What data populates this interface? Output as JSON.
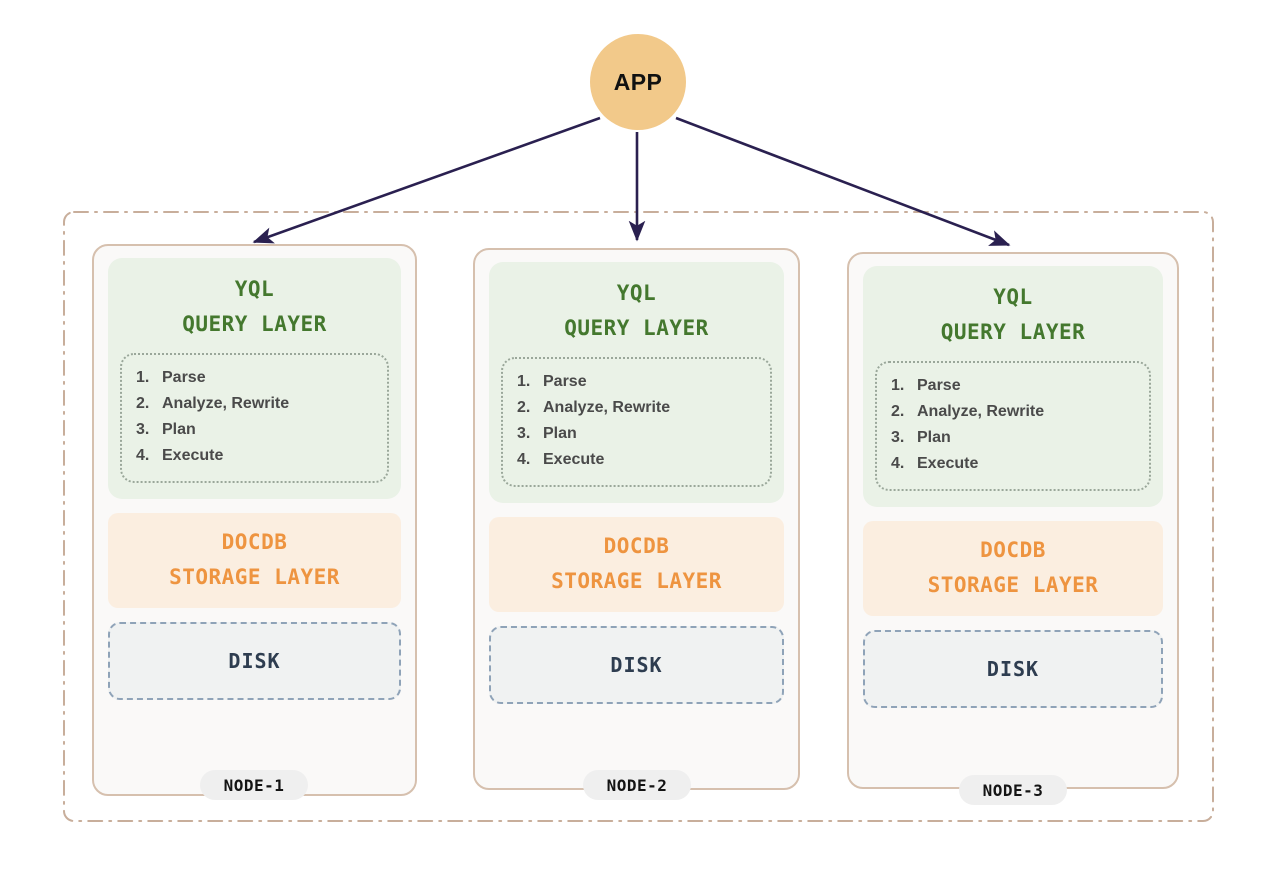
{
  "diagram": {
    "title_text": "APP",
    "app": {
      "label": "APP",
      "fill": "#F2C98A",
      "text_color": "#111111"
    },
    "arrow_color": "#2A2050",
    "cluster_border_color": "#C8AE9B",
    "colors": {
      "node_card_fill": "#FAF9F8",
      "node_card_border": "#D6C0AE",
      "yql_panel_fill": "#EAF2E7",
      "yql_text": "#44782E",
      "steps_border": "#9AA79A",
      "steps_text": "#4A4A4A",
      "docdb_panel_fill": "#FBEEE0",
      "docdb_text": "#EE9440",
      "disk_panel_fill": "#F0F2F2",
      "disk_border": "#8FA3B8",
      "disk_text": "#2E3D50",
      "badge_fill": "#EFEFEF",
      "badge_text": "#141414",
      "background": "#FFFFFF"
    },
    "layer_labels": {
      "yql_line1": "YQL",
      "yql_line2": "QUERY LAYER",
      "yql_full": "YQL\nQUERY LAYER",
      "docdb_line1": "DOCDB",
      "docdb_line2": "STORAGE LAYER",
      "docdb_full": "DOCDB\nSTORAGE LAYER",
      "disk": "DISK"
    },
    "steps": [
      {
        "num": "1.",
        "label": "Parse"
      },
      {
        "num": "2.",
        "label": "Analyze, Rewrite"
      },
      {
        "num": "3.",
        "label": "Plan"
      },
      {
        "num": "4.",
        "label": "Execute"
      }
    ],
    "nodes": [
      {
        "badge": "NODE-1"
      },
      {
        "badge": "NODE-2"
      },
      {
        "badge": "NODE-3"
      }
    ]
  }
}
